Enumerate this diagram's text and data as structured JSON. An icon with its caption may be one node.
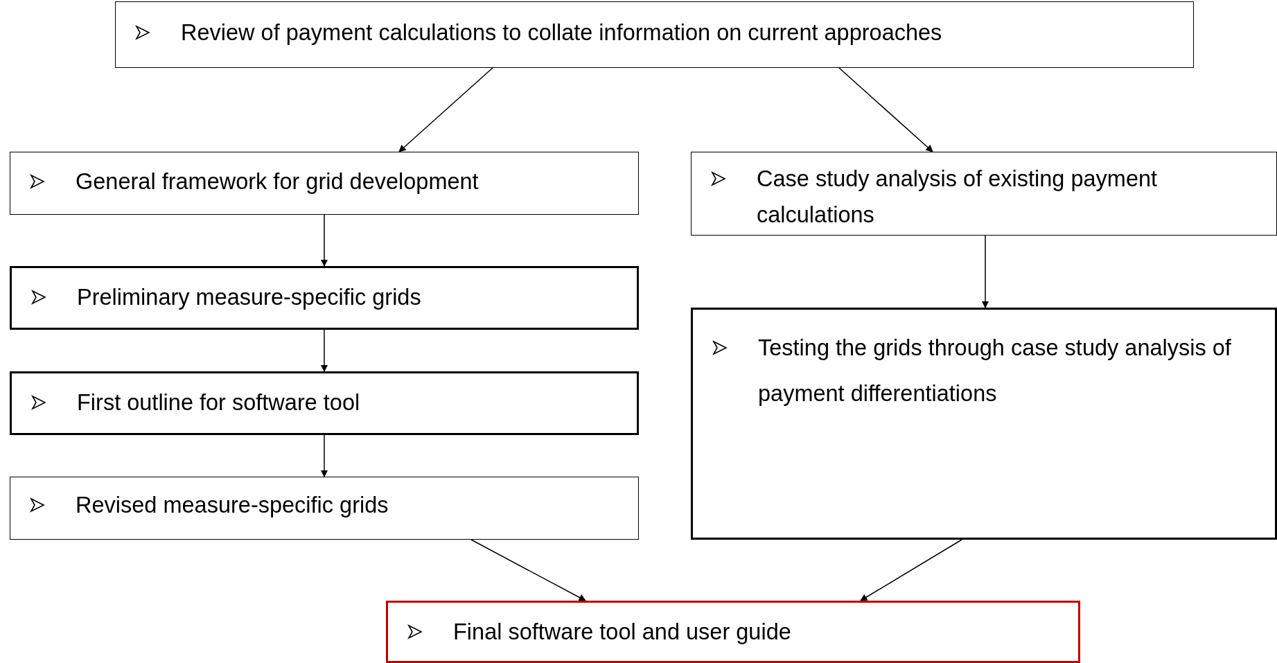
{
  "diagram": {
    "nodes": [
      {
        "text": [
          "Review of payment calculations to collate information on current approaches"
        ]
      },
      {
        "text": [
          "General framework for grid development"
        ]
      },
      {
        "text": [
          "Preliminary measure-specific grids"
        ]
      },
      {
        "text": [
          "First outline for software tool"
        ]
      },
      {
        "text": [
          "Revised measure-specific grids"
        ]
      },
      {
        "text": [
          "Case study analysis of existing payment calculations"
        ]
      },
      {
        "text": [
          "Testing the grids through case study analysis of payment differentiations"
        ]
      },
      {
        "text": [
          "Final software tool and user guide"
        ]
      }
    ],
    "edges": [
      {
        "from": 0,
        "to": 1,
        "arrow": "to"
      },
      {
        "from": 0,
        "to": 5,
        "arrow": "to"
      },
      {
        "from": 1,
        "to": 2,
        "arrow": "to"
      },
      {
        "from": 2,
        "to": 3,
        "arrow": "to"
      },
      {
        "from": 3,
        "to": 4,
        "arrow": "to"
      },
      {
        "from": 5,
        "to": 6,
        "arrow": "to"
      },
      {
        "from": 4,
        "to": 7,
        "arrow": "to"
      },
      {
        "from": 6,
        "to": 7,
        "arrow": "to"
      }
    ]
  }
}
